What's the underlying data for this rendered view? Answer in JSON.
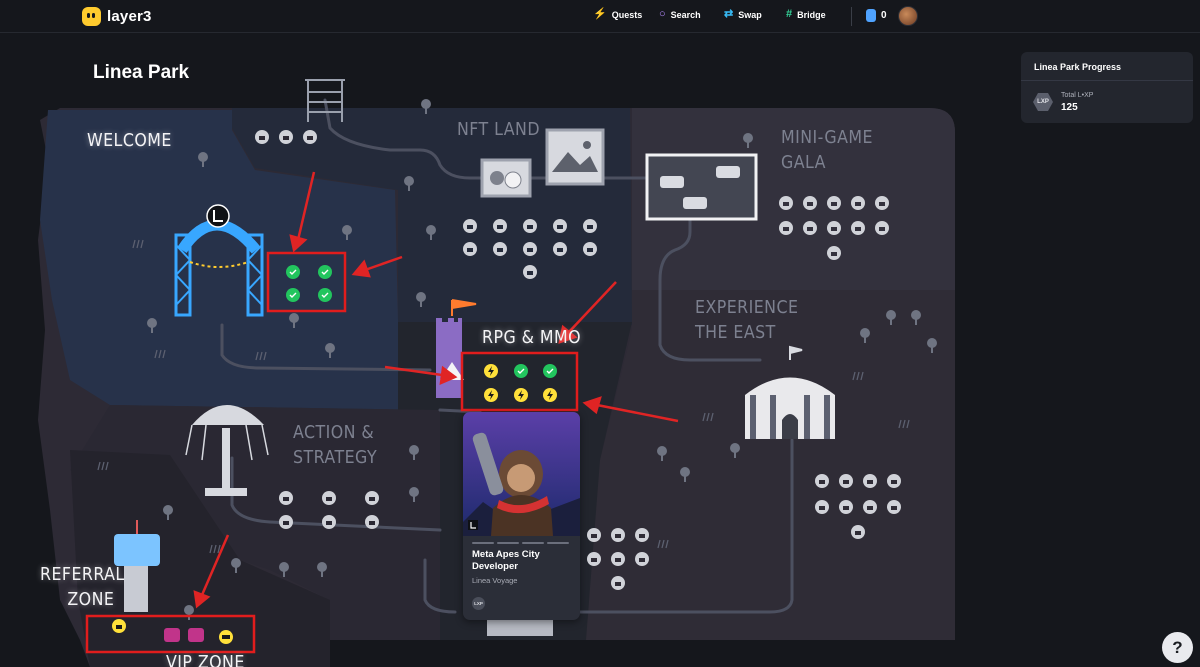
{
  "header": {
    "brand": "layer3",
    "nav": [
      {
        "label": "Quests",
        "icon": "bolt-icon"
      },
      {
        "label": "Search",
        "icon": "search-icon"
      },
      {
        "label": "Swap",
        "icon": "swap-icon"
      },
      {
        "label": "Bridge",
        "icon": "bridge-icon"
      }
    ],
    "gem_count": "0"
  },
  "page": {
    "title": "Linea Park"
  },
  "zones": {
    "welcome": "WELCOME",
    "nft_land": "NFT LAND",
    "mini_game": "MINI-GAME\nGALA",
    "experience": "EXPERIENCE\nTHE EAST",
    "rpg": "RPG & MMO",
    "action": "ACTION &\nSTRATEGY",
    "referral": "REFERRAL\n     ZONE",
    "vip": "VIP ZONE"
  },
  "progress": {
    "title": "Linea Park Progress",
    "badge": "LXP",
    "label": "Total L•XP",
    "value": "125"
  },
  "quest_card": {
    "title": "Meta Apes City Developer",
    "subtitle": "Linea Voyage",
    "badge": "LXP"
  },
  "help": {
    "label": "?"
  },
  "colors": {
    "accent": "#ffcb2e",
    "complete": "#22c55e",
    "highlight_box": "#e11d1d",
    "arrow": "#e02424"
  }
}
